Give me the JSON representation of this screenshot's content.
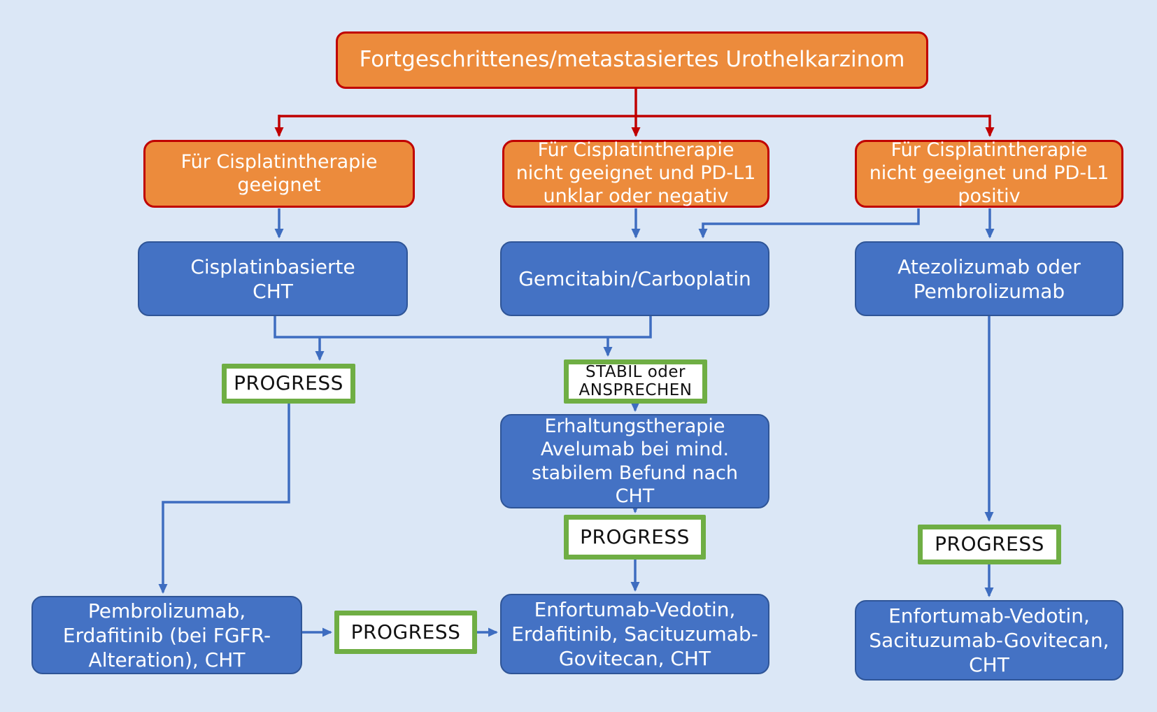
{
  "colors": {
    "background": "#DBE7F6",
    "orange_fill": "#EC8B3C",
    "orange_border": "#C00000",
    "red_line": "#C00000",
    "blue_fill": "#4472C4",
    "blue_border": "#2F5597",
    "blue_line": "#3E6DC0",
    "green_border": "#6FAE44",
    "white": "#FFFFFF"
  },
  "nodes": {
    "title": "Fortgeschrittenes/metastasiertes Urothelkarzinom",
    "cisplatin_eligible": "Für Cisplatintherapie\ngeeignet",
    "cisplatin_ineligible_pdl1_unclear": "Für Cisplatintherapie\nnicht geeignet und PD-L1\nunklar oder negativ",
    "cisplatin_ineligible_pdl1_positive": "Für Cisplatintherapie\nnicht geeignet und PD-L1\npositiv",
    "cisplatin_cht": "Cisplatinbasierte\nCHT",
    "gemcitabin_carboplatin": "Gemcitabin/Carboplatin",
    "atezolizumab_pembrolizumab": "Atezolizumab oder\nPembrolizumab",
    "progress_left": "PROGRESS",
    "stabil_ansprechen": "STABIL oder\nANSPRECHEN",
    "erhaltungstherapie": "Erhaltungstherapie\nAvelumab bei mind.\nstabilem Befund nach\nCHT",
    "progress_middle": "PROGRESS",
    "second_line_middle": "Enfortumab-Vedotin,\nErdafitinib, Sacituzumab-\nGovitecan, CHT",
    "pembrolizumab_erdafitinib": "Pembrolizumab,\nErdafitinib (bei FGFR-\nAlteration), CHT",
    "progress_bottom_left": "PROGRESS",
    "progress_right": "PROGRESS",
    "second_line_right": "Enfortumab-Vedotin,\nSacituzumab-Govitecan,\nCHT"
  }
}
